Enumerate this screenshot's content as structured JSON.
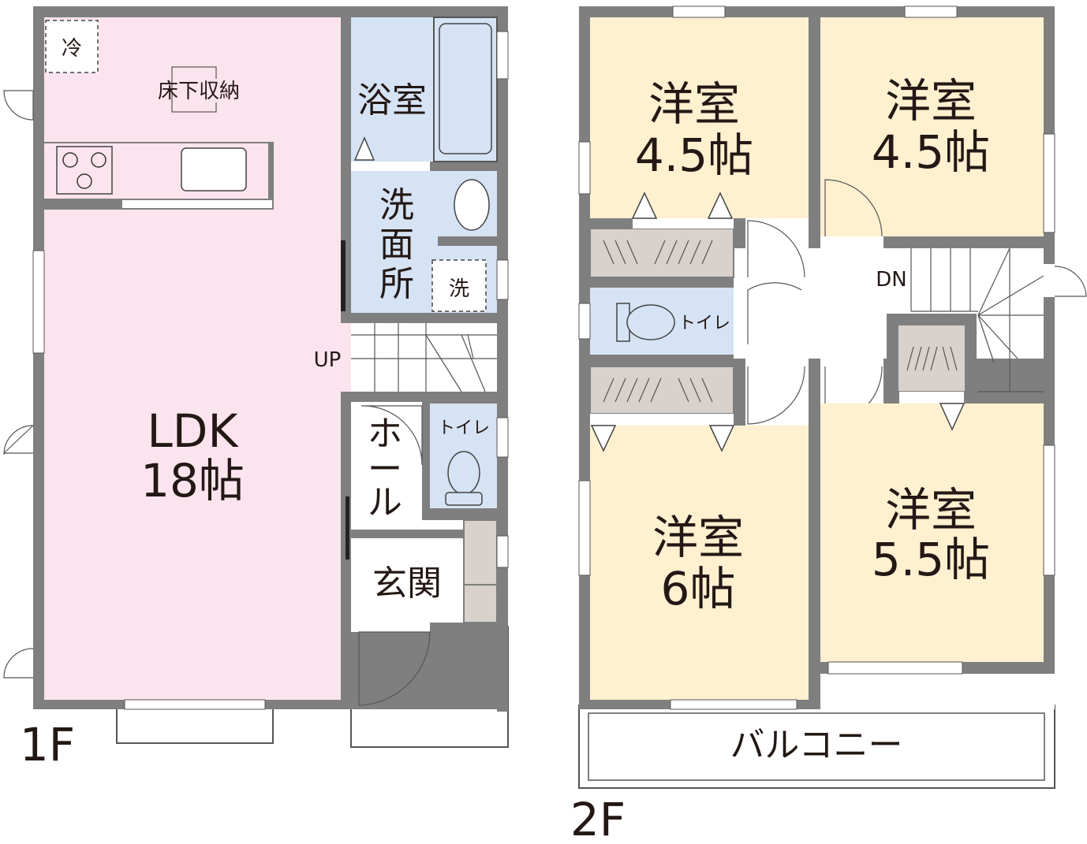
{
  "floor1": {
    "label": "1F",
    "rooms": {
      "ldk_name": "LDK",
      "ldk_size": "18帖",
      "fridge": "冷",
      "underfloor_storage": "床下収納",
      "bath": "浴室",
      "washroom": [
        "洗",
        "面",
        "所"
      ],
      "washer": "洗",
      "stairs_up": "UP",
      "hall": [
        "ホ",
        "ー",
        "ル"
      ],
      "toilet": "トイレ",
      "entrance": "玄関"
    }
  },
  "floor2": {
    "label": "2F",
    "rooms": {
      "room_nw_name": "洋室",
      "room_nw_size": "4.5帖",
      "room_ne_name": "洋室",
      "room_ne_size": "4.5帖",
      "room_sw_name": "洋室",
      "room_sw_size": "6帖",
      "room_se_name": "洋室",
      "room_se_size": "5.5帖",
      "toilet": "トイレ",
      "stairs_down": "DN",
      "balcony": "バルコニー"
    }
  },
  "colors": {
    "wall": "#7f7f7f",
    "ldk": "#fce4ee",
    "wet": "#d5e3f4",
    "bedroom": "#fff0d0",
    "closet": "#d8d1cc"
  }
}
